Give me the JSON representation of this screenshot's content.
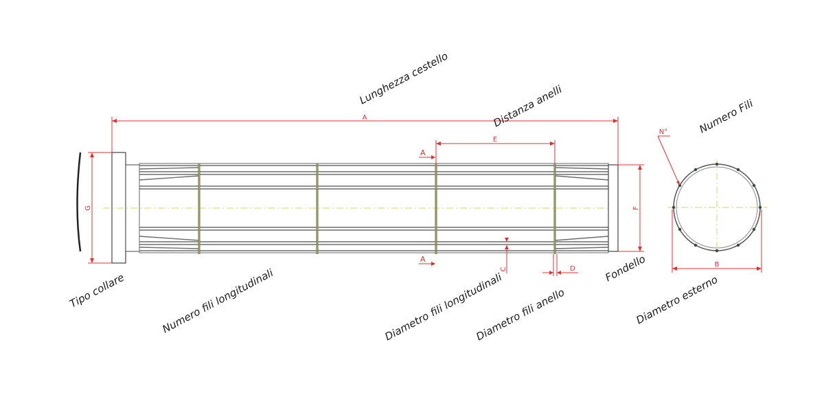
{
  "labels": {
    "lunghezza_cestello": "Lunghezza cestello",
    "distanza_anelli": "Distanza anelli",
    "numero_fili": "Numero Fili",
    "tipo_collare": "Tipo collare",
    "numero_fili_longitudinali": "Numero fili longitudinali",
    "diametro_fili_longitudinali": "Diametro fili longitudinali",
    "diametro_fili_anello": "Diametro fili anello",
    "fondello": "Fondello",
    "diametro_esterno": "Diametro esterno"
  },
  "dimensions": {
    "A": "A",
    "E": "E",
    "G": "G",
    "F": "F",
    "C": "C",
    "D": "D",
    "B": "B",
    "N": "N°",
    "section_top": "A",
    "section_bottom": "A"
  },
  "colors": {
    "dimension": "#e03030",
    "outline": "#555555",
    "wire": "#6d6d6d",
    "centerline": "#d9d36a",
    "text": "#1a1a1a"
  }
}
